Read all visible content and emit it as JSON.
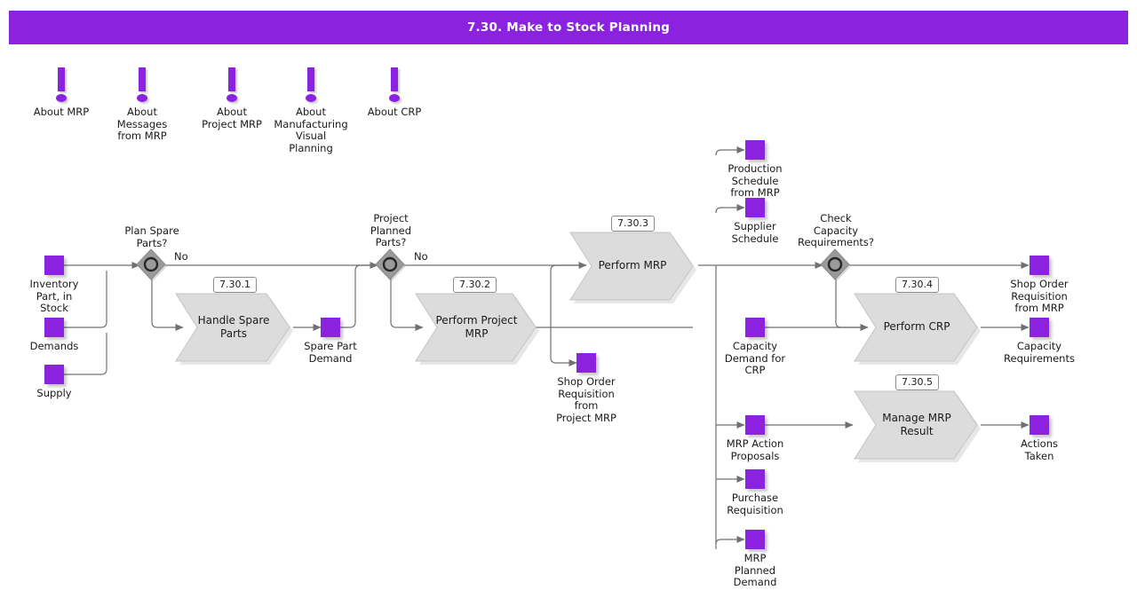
{
  "header": {
    "title": "7.30. Make to Stock Planning",
    "bar_color": "#8a22e0",
    "text_color": "#ffffff"
  },
  "palette": {
    "accent_purple": "#8a22e0",
    "process_fill": "#dcdcdc",
    "process_stroke": "#9a9a9a",
    "gateway_fill": "#9a9a9a",
    "gateway_ring": "#262626",
    "connector": "#707070",
    "tag_border": "#8c8c8c",
    "text": "#1a1a1a"
  },
  "info_markers": [
    {
      "name": "about-mrp",
      "label": "About MRP"
    },
    {
      "name": "about-messages-from-mrp",
      "label": "About\nMessages\nfrom MRP"
    },
    {
      "name": "about-project-mrp",
      "label": "About\nProject MRP"
    },
    {
      "name": "about-manufacturing-visual-planning",
      "label": "About\nManufacturing\nVisual\nPlanning"
    },
    {
      "name": "about-crp",
      "label": "About CRP"
    }
  ],
  "data_nodes": [
    {
      "name": "inventory-part-in-stock",
      "label": "Inventory\nPart, in\nStock"
    },
    {
      "name": "demands",
      "label": "Demands"
    },
    {
      "name": "supply",
      "label": "Supply"
    },
    {
      "name": "spare-part-demand",
      "label": "Spare Part\nDemand"
    },
    {
      "name": "shop-order-requisition-from-project-mrp",
      "label": "Shop Order\nRequisition\nfrom\nProject MRP"
    },
    {
      "name": "production-schedule-from-mrp",
      "label": "Production\nSchedule\nfrom MRP"
    },
    {
      "name": "supplier-schedule",
      "label": "Supplier\nSchedule"
    },
    {
      "name": "capacity-demand-for-crp",
      "label": "Capacity\nDemand for\nCRP"
    },
    {
      "name": "mrp-action-proposals",
      "label": "MRP Action\nProposals"
    },
    {
      "name": "purchase-requisition",
      "label": "Purchase\nRequisition"
    },
    {
      "name": "mrp-planned-demand",
      "label": "MRP\nPlanned\nDemand"
    },
    {
      "name": "shop-order-requisition-from-mrp",
      "label": "Shop Order\nRequisition\nfrom MRP"
    },
    {
      "name": "capacity-requirements",
      "label": "Capacity\nRequirements"
    },
    {
      "name": "actions-taken",
      "label": "Actions\nTaken"
    }
  ],
  "gateways": [
    {
      "name": "plan-spare-parts",
      "label": "Plan Spare\nParts?"
    },
    {
      "name": "project-planned-parts",
      "label": "Project\nPlanned\nParts?"
    },
    {
      "name": "check-capacity-requirements",
      "label": "Check\nCapacity\nRequirements?"
    }
  ],
  "processes": [
    {
      "name": "handle-spare-parts",
      "tag": "7.30.1",
      "label": "Handle Spare\nParts"
    },
    {
      "name": "perform-project-mrp",
      "tag": "7.30.2",
      "label": "Perform Project\nMRP"
    },
    {
      "name": "perform-mrp",
      "tag": "7.30.3",
      "label": "Perform MRP"
    },
    {
      "name": "perform-crp",
      "tag": "7.30.4",
      "label": "Perform CRP"
    },
    {
      "name": "manage-mrp-result",
      "tag": "7.30.5",
      "label": "Manage MRP\nResult"
    }
  ],
  "edge_labels": [
    {
      "name": "plan-spare-parts-no",
      "label": "No"
    },
    {
      "name": "project-planned-parts-no",
      "label": "No"
    }
  ]
}
